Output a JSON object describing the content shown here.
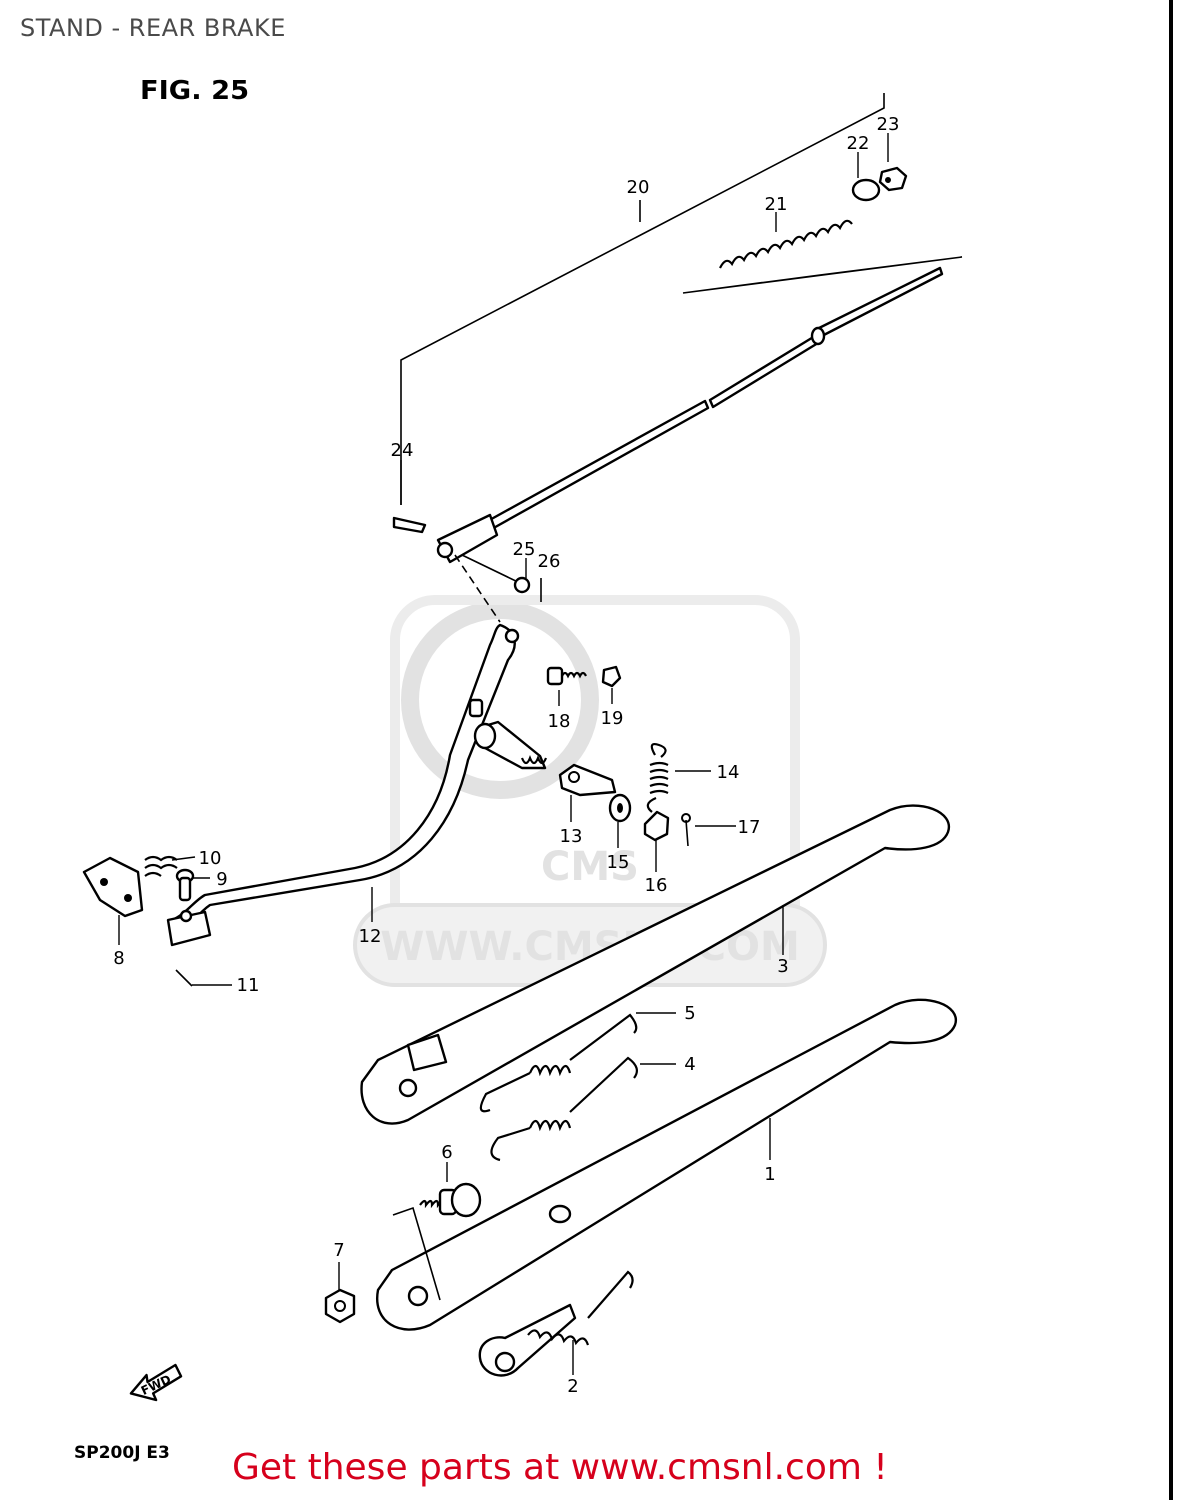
{
  "page": {
    "title": "STAND - REAR BRAKE",
    "figure_label": "FIG. 25",
    "model_code": "SP200J  E3",
    "cta_text": "Get these parts at www.cmsnl.com !",
    "watermark_url": "WWW.CMSNL.COM",
    "watermark_logo": "CMS"
  },
  "diagram": {
    "fwd_label": "FWD",
    "callouts": [
      "1",
      "2",
      "3",
      "4",
      "5",
      "6",
      "7",
      "8",
      "9",
      "10",
      "11",
      "12",
      "13",
      "14",
      "15",
      "16",
      "17",
      "18",
      "19",
      "20",
      "21",
      "22",
      "23",
      "24",
      "25",
      "26"
    ]
  },
  "colors": {
    "title": "#4a4a4a",
    "cta": "#d6001c",
    "watermark": "#e2e2e2",
    "ink": "#000000"
  }
}
